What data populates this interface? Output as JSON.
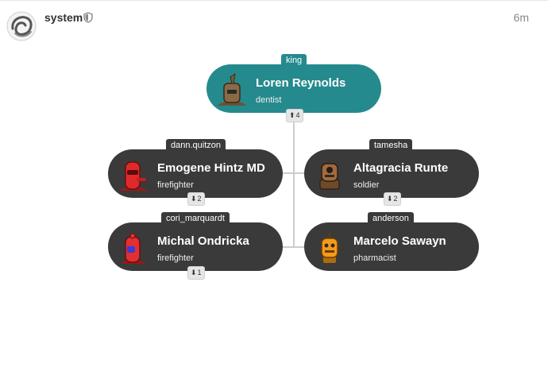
{
  "post": {
    "username": "system",
    "timestamp": "6m",
    "avatar_icon": "swirl-avatar-icon",
    "badge_icon": "shield-icon"
  },
  "org_chart": {
    "root": {
      "tag": "king",
      "name": "Loren Reynolds",
      "role": "dentist",
      "counter_arrow": "⬆",
      "counter_value": "4"
    },
    "children": [
      {
        "tag": "dann.quitzon",
        "name": "Emogene Hintz MD",
        "role": "firefighter",
        "counter_arrow": "⬇",
        "counter_value": "2"
      },
      {
        "tag": "tamesha",
        "name": "Altagracia Runte",
        "role": "soldier",
        "counter_arrow": "⬇",
        "counter_value": "2"
      },
      {
        "tag": "cori_marquardt",
        "name": "Michal Ondricka",
        "role": "firefighter",
        "counter_arrow": "⬇",
        "counter_value": "1"
      },
      {
        "tag": "anderson",
        "name": "Marcelo Sawayn",
        "role": "pharmacist"
      }
    ]
  },
  "colors": {
    "root_node": "#258a8d",
    "child_node": "#3a3a3a",
    "connector": "#cccccc"
  }
}
